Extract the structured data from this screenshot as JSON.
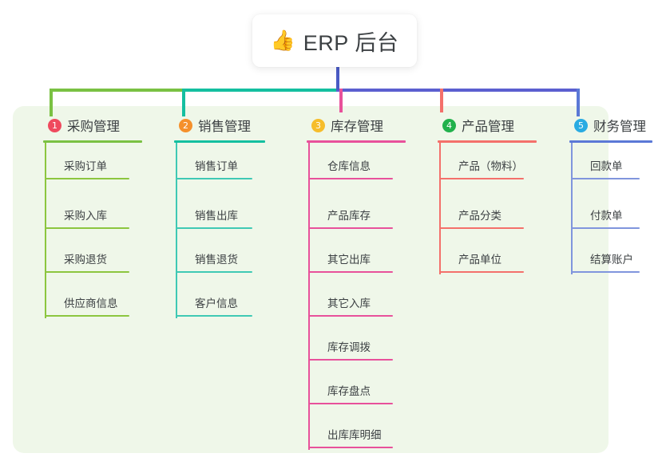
{
  "root": {
    "icon": "thumbs-up-icon",
    "icon_glyph": "👍",
    "title": "ERP 后台"
  },
  "canvas": {
    "background": "#eff7e9"
  },
  "connector": {
    "segments": [
      {
        "name": "green-segment",
        "color": "#7ac143"
      },
      {
        "name": "teal-segment",
        "color": "#14bfa0"
      },
      {
        "name": "blue-segment",
        "color": "#5b5fd0"
      }
    ],
    "root_drop_color": "#4a5bc4"
  },
  "columns": [
    {
      "number": "1",
      "title": "采购管理",
      "badge_color": "#ef4a5e",
      "accent": "#7ac143",
      "spine": "#8cc63f",
      "items": [
        {
          "label": "采购订单"
        },
        {
          "label": "采购入库"
        },
        {
          "label": "采购退货"
        },
        {
          "label": "供应商信息"
        }
      ]
    },
    {
      "number": "2",
      "title": "销售管理",
      "badge_color": "#f5902b",
      "accent": "#14bfa0",
      "spine": "#3fc9b4",
      "items": [
        {
          "label": "销售订单"
        },
        {
          "label": "销售出库"
        },
        {
          "label": "销售退货"
        },
        {
          "label": "客户信息"
        }
      ]
    },
    {
      "number": "3",
      "title": "库存管理",
      "badge_color": "#f6bd2b",
      "accent": "#e8519b",
      "spine": "#e8519b",
      "items": [
        {
          "label": "仓库信息"
        },
        {
          "label": "产品库存"
        },
        {
          "label": "其它出库"
        },
        {
          "label": "其它入库"
        },
        {
          "label": "库存调拨"
        },
        {
          "label": "库存盘点"
        },
        {
          "label": "出库库明细"
        }
      ]
    },
    {
      "number": "4",
      "title": "产品管理",
      "badge_color": "#22b14c",
      "accent": "#f4706b",
      "spine": "#f4706b",
      "items": [
        {
          "label": "产品（物料）"
        },
        {
          "label": "产品分类"
        },
        {
          "label": "产品单位"
        }
      ]
    },
    {
      "number": "5",
      "title": "财务管理",
      "badge_color": "#29abe2",
      "accent": "#5b78d6",
      "spine": "#8095dd",
      "items": [
        {
          "label": "回款单"
        },
        {
          "label": "付款单"
        },
        {
          "label": "结算账户"
        }
      ]
    }
  ]
}
